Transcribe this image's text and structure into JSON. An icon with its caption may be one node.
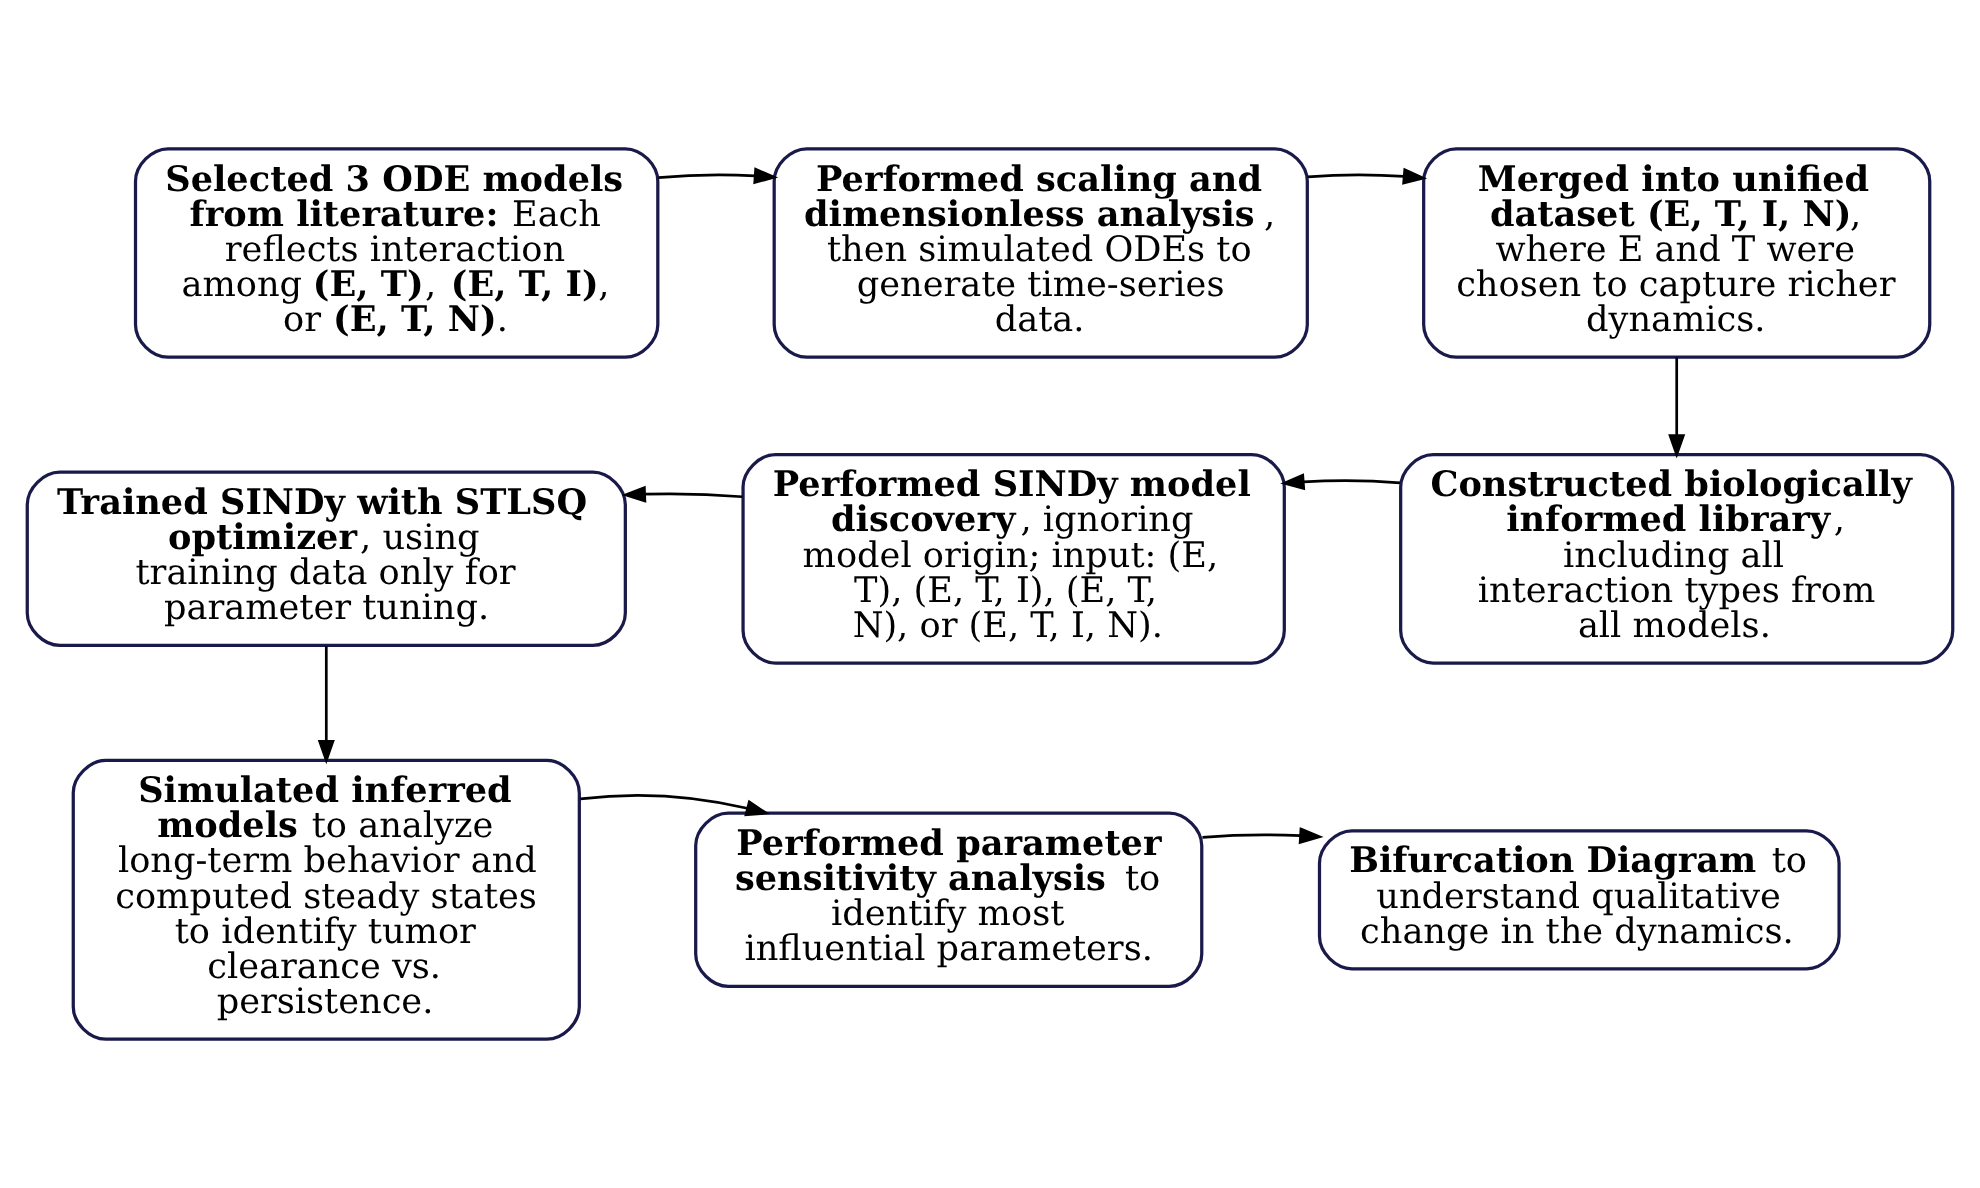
{
  "diagram": {
    "nodes": [
      {
        "text": [
          "**Selected 3 ODE models from literature:** Each reflects interaction among **(E, T)**, **(E, T, I)**, or **(E, T, N)**."
        ]
      },
      {
        "text": [
          "**Performed scaling and dimensionless analysis**, then simulated ODEs to generate time-series data."
        ]
      },
      {
        "text": [
          "**Merged into unified dataset (E, T, I, N)**, where E and T were chosen to capture richer dynamics."
        ]
      },
      {
        "text": [
          "**Constructed biologically informed library**, including all interaction types from all models."
        ]
      },
      {
        "text": [
          "**Performed SINDy model discovery**, ignoring model origin; input: (E, T), (E, T, I), (E, T, N), or (E, T, I, N)."
        ]
      },
      {
        "text": [
          "**Trained SINDy with STLSQ optimizer**, using training data only for parameter tuning."
        ]
      },
      {
        "text": [
          "**Simulated inferred models** to analyze long-term behavior and computed steady states to identify tumor clearance vs. persistence."
        ]
      },
      {
        "text": [
          "**Performed parameter sensitivity analysis** to identify most influential parameters."
        ]
      },
      {
        "text": [
          "**Bifurcation Diagram** to understand qualitative change in the dynamics."
        ]
      }
    ],
    "edges": [
      {
        "from": 0,
        "to": 1,
        "arrow": "to"
      },
      {
        "from": 1,
        "to": 2,
        "arrow": "to"
      },
      {
        "from": 2,
        "to": 3,
        "arrow": "to"
      },
      {
        "from": 3,
        "to": 4,
        "arrow": "to"
      },
      {
        "from": 4,
        "to": 5,
        "arrow": "to"
      },
      {
        "from": 5,
        "to": 6,
        "arrow": "to"
      },
      {
        "from": 6,
        "to": 7,
        "arrow": "to"
      },
      {
        "from": 7,
        "to": 8,
        "arrow": "to"
      }
    ]
  }
}
